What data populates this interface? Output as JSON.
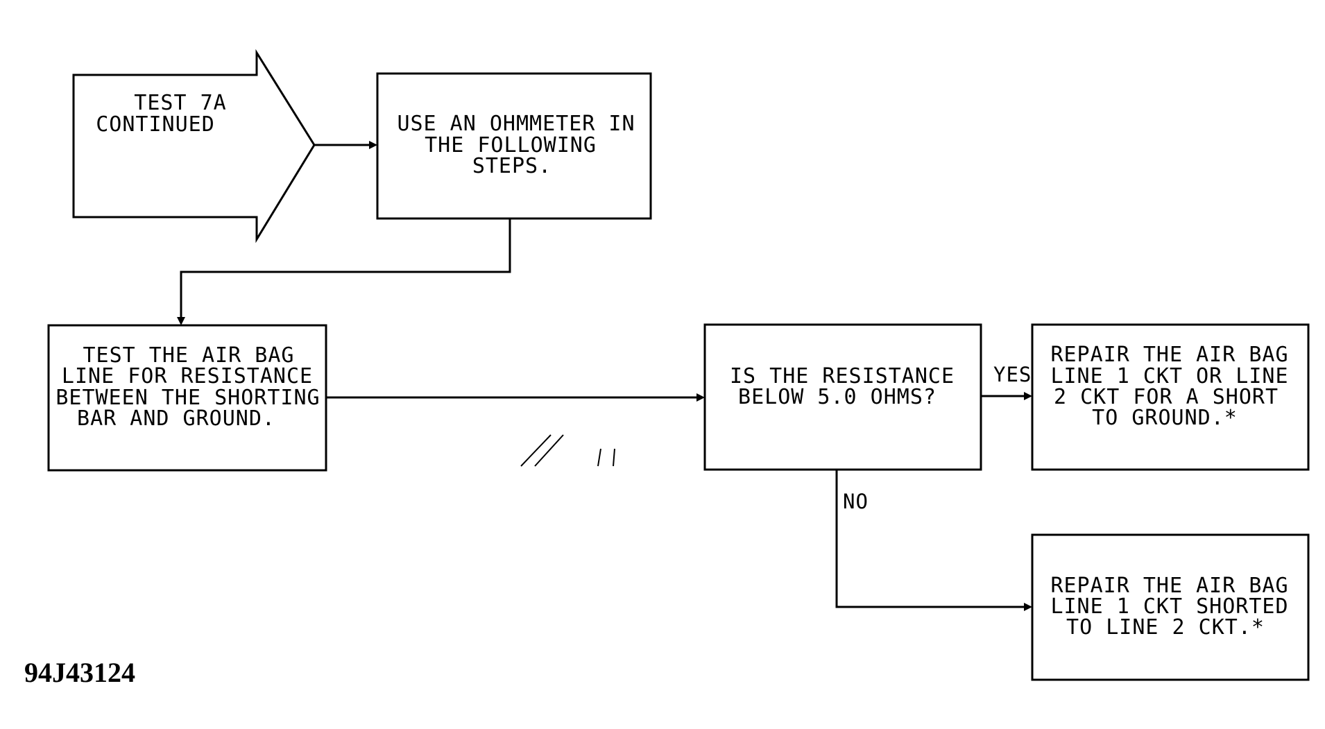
{
  "start": {
    "lines": [
      "TEST 7A",
      "CONTINUED"
    ]
  },
  "step_ohmmeter": {
    "lines": [
      "USE AN OHMMETER IN",
      "THE FOLLOWING",
      "STEPS."
    ]
  },
  "step_test_line": {
    "lines": [
      "TEST THE AIR BAG",
      "LINE FOR RESISTANCE",
      "BETWEEN THE SHORTING",
      "BAR AND GROUND."
    ]
  },
  "decision": {
    "lines": [
      "IS THE RESISTANCE",
      "BELOW 5.0 OHMS?"
    ]
  },
  "yes_label": "YES",
  "no_label": "NO",
  "result_yes": {
    "lines": [
      "REPAIR THE AIR BAG",
      "LINE 1 CKT OR LINE",
      "2 CKT FOR A SHORT",
      "TO GROUND.*"
    ]
  },
  "result_no": {
    "lines": [
      "REPAIR THE AIR BAG",
      "LINE 1 CKT SHORTED",
      "TO LINE 2 CKT.*"
    ]
  },
  "figure_id": "94J43124"
}
